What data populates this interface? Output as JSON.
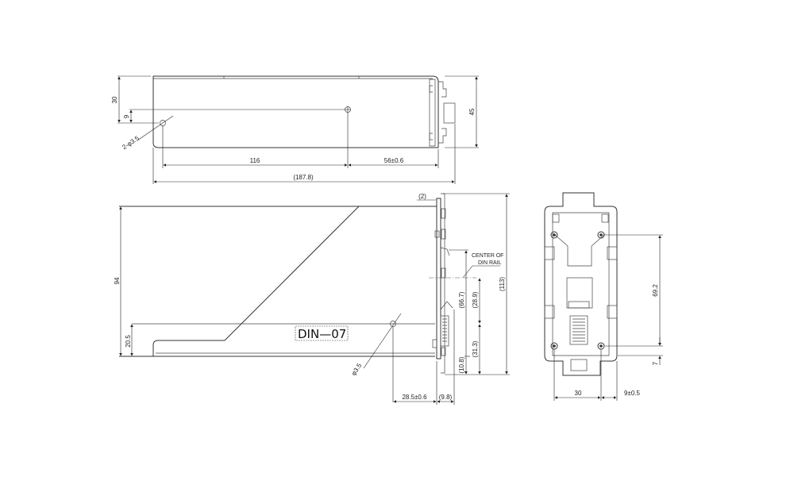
{
  "drawing": {
    "part_label": "DIN—07",
    "top_view": {
      "dims": {
        "height_30": "30",
        "offset_9": "9",
        "hole_callout": "2-φ3.5",
        "length_116": "116",
        "length_56": "56±0.6",
        "overall_length": "(187.8)",
        "height_45": "45"
      }
    },
    "side_view": {
      "dims": {
        "height_94": "94",
        "height_20_5": "20.5",
        "hole_callout": "φ3.5",
        "gap_2": "(2)",
        "center_label_line1": "CENTER OF",
        "center_label_line2": "DIN RAIL",
        "height_113": "(113)",
        "height_66_7": "(66.7)",
        "height_28_9": "(28.9)",
        "height_31_3": "(31.3)",
        "height_10_8": "(10.8)",
        "width_28_5": "28.5±0.6",
        "width_9_8": "(9.8)"
      }
    },
    "end_view": {
      "dims": {
        "height_69_2": "69.2",
        "offset_7": "7",
        "width_30": "30",
        "width_9": "9±0.5"
      }
    }
  }
}
